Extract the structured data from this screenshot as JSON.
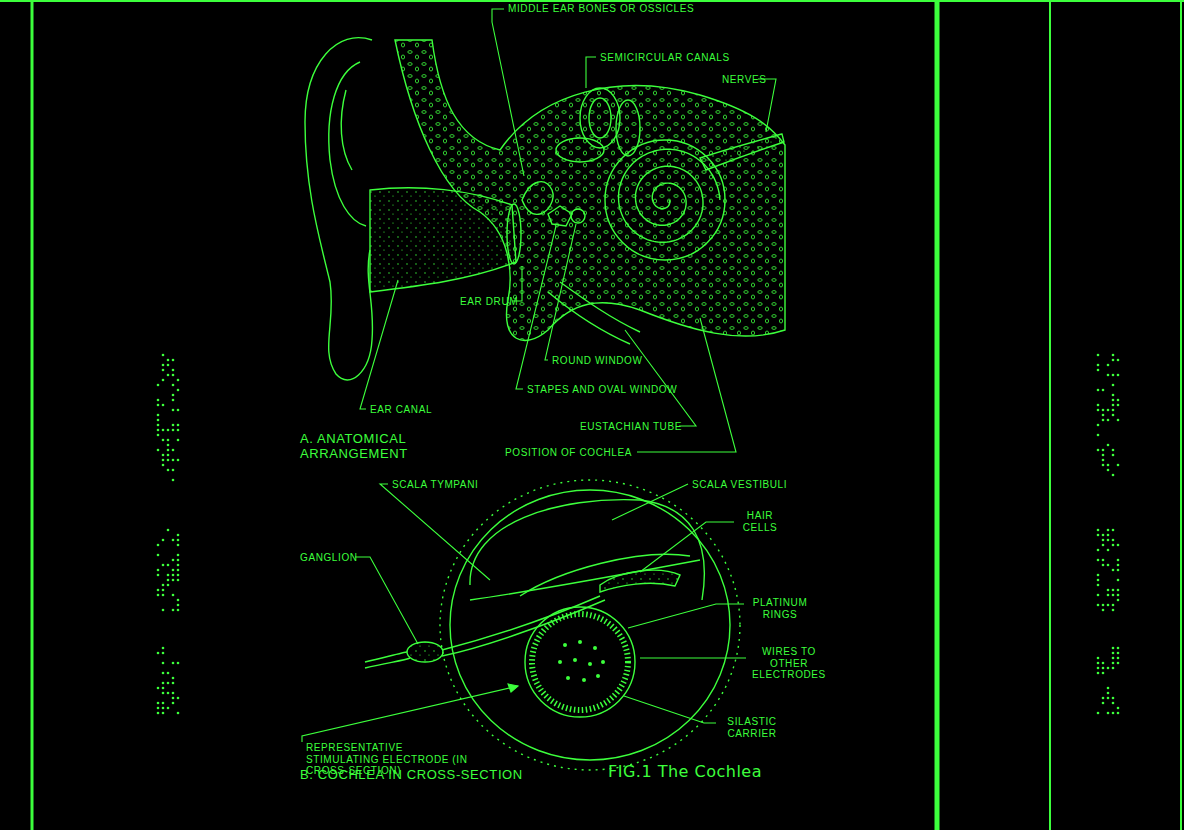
{
  "diagram": {
    "caption": "FIG.1 The Cochlea",
    "labels": [
      "MIDDLE EAR BONES OR OSSICLES",
      "SEMICIRCULAR CANALS",
      "NERVES",
      "EAR DRUM",
      "ROUND WINDOW",
      "STAPES AND OVAL WINDOW",
      "EAR CANAL",
      "EUSTACHIAN TUBE",
      "POSITION OF COCHLEA",
      "A. ANATOMICAL ARRANGEMENT",
      "SCALA TYMPANI",
      "SCALA VESTIBULI",
      "GANGLION",
      "HAIR CELLS",
      "PLATINUM RINGS",
      "WIRES TO OTHER ELECTRODES",
      "SILASTIC CARRIER",
      "REPRESENTATIVE STIMULATING ELECTRODE (IN CROSS-SECTION)",
      "B. COCHLEA IN CROSS-SECTION"
    ]
  }
}
